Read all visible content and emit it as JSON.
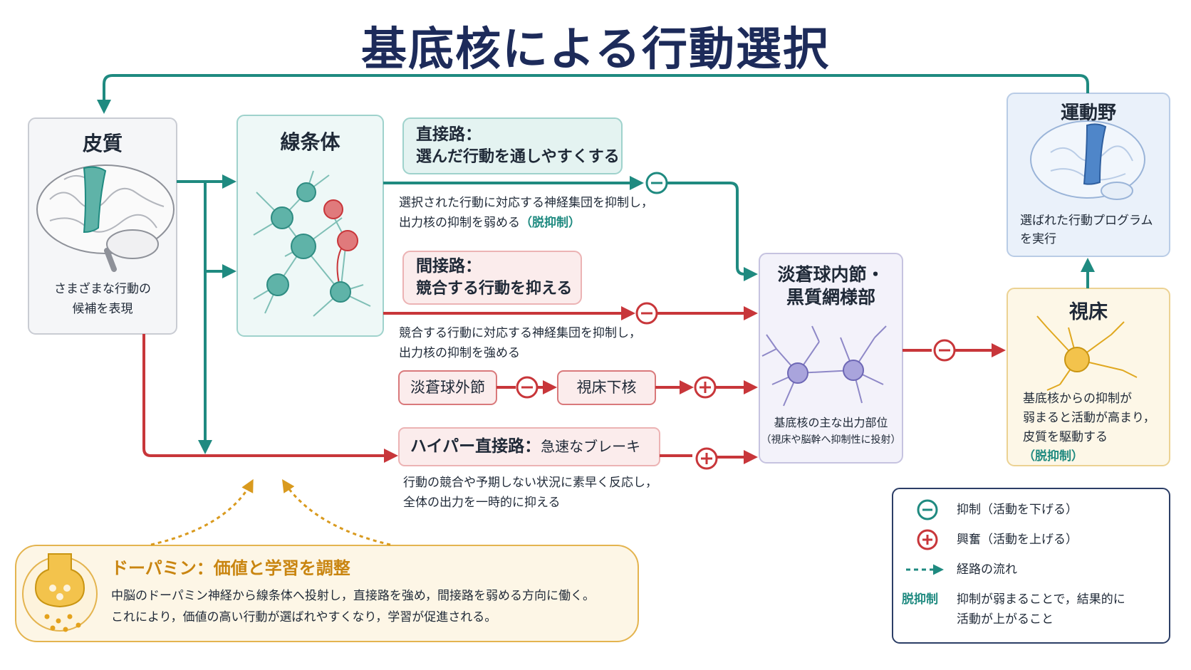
{
  "title": "基底核による行動選択",
  "colors": {
    "teal": "#1f8a80",
    "red": "#c8363a",
    "orange": "#d99a1e",
    "navy": "#1d2b5a"
  },
  "cortex": {
    "title": "皮質",
    "desc_line1": "さまざまな行動の",
    "desc_line2": "候補を表現",
    "icon": "brain-icon"
  },
  "striatum": {
    "title": "線条体",
    "icon": "neuron-network-icon"
  },
  "direct": {
    "label_line1": "直接路：",
    "label_line2": "選んだ行動を通しやすくする",
    "desc_line1": "選択された行動に対応する神経集団を抑制し，",
    "desc_line2a": "出力核の抑制を弱める",
    "desc_line2b": "（脱抑制）"
  },
  "indirect": {
    "label_line1": "間接路：",
    "label_line2": "競合する行動を抑える",
    "desc_line1": "競合する行動に対応する神経集団を抑制し，",
    "desc_line2": "出力核の抑制を強める"
  },
  "gpe": {
    "label": "淡蒼球外節"
  },
  "stn": {
    "label": "視床下核"
  },
  "hyperdirect": {
    "label_bold": "ハイパー直接路：",
    "label_rest": "急速なブレーキ",
    "desc_line1": "行動の競合や予期しない状況に素早く反応し，",
    "desc_line2": "全体の出力を一時的に抑える"
  },
  "gpi": {
    "title_line1": "淡蒼球内節・",
    "title_line2": "黒質網様部",
    "desc_line1": "基底核の主な出力部位",
    "desc_line2": "（視床や脳幹へ抑制性に投射）"
  },
  "thalamus": {
    "title": "視床",
    "desc_line1": "基底核からの抑制が",
    "desc_line2": "弱まると活動が高まり，",
    "desc_line3": "皮質を駆動する",
    "desc_line4": "（脱抑制）"
  },
  "motor": {
    "title": "運動野",
    "desc_line1": "選ばれた行動プログラム",
    "desc_line2": "を実行"
  },
  "dopamine": {
    "title": "ドーパミン：価値と学習を調整",
    "desc_line1": "中脳のドーパミン神経から線条体へ投射し，直接路を強め，間接路を弱める方向に働く。",
    "desc_line2": "これにより，価値の高い行動が選ばれやすくなり，学習が促進される。"
  },
  "legend": {
    "inhibit": "抑制（活動を下げる）",
    "excite": "興奮（活動を上げる）",
    "flow": "経路の流れ",
    "disinhibit_term": "脱抑制",
    "disinhibit_desc_line1": "抑制が弱まることで，結果的に",
    "disinhibit_desc_line2": "活動が上がること"
  }
}
